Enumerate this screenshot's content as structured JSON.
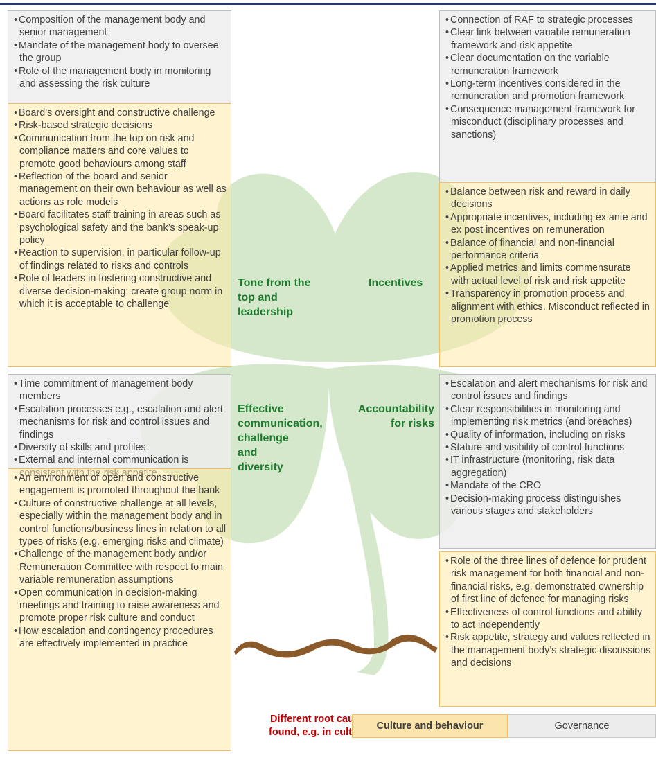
{
  "colors": {
    "leaf": "#d6e8cc",
    "label": "#1e7a2e",
    "caption": "#c00000",
    "governance": "#ececec",
    "culture": "#fbe5ad",
    "ground": "#8b5a2b"
  },
  "labels": {
    "tone": [
      "Tone from the",
      "top and",
      "leadership"
    ],
    "incentives": [
      "Incentives"
    ],
    "communication": [
      "Effective",
      "communication,",
      "challenge",
      "and",
      "diversity"
    ],
    "accountability": [
      "Accountability",
      "for risks"
    ]
  },
  "caption": [
    "Different root causes can be",
    "found, e.g. in cultural drivers"
  ],
  "legend": {
    "culture": "Culture and behaviour",
    "governance": "Governance"
  },
  "boxes": {
    "tl_gov": [
      "Composition of the management body and senior management",
      "Mandate of the management body to oversee the group",
      "Role of the management body in monitoring and assessing the risk culture"
    ],
    "tl_cul": [
      "Board’s oversight and constructive challenge",
      "Risk-based strategic decisions",
      "Communication from the top on risk and compliance matters and core values to promote good behaviours among staff",
      "Reflection of the board and senior management on their own behaviour as well as actions as role models",
      "Board facilitates staff training in areas such as psychological safety and the bank’s speak-up policy",
      "Reaction to supervision, in particular follow-up of findings related to risks and controls",
      "Role of leaders in fostering constructive and diverse decision-making; create group norm in which it is acceptable to challenge"
    ],
    "tr_gov": [
      "Connection of RAF to strategic processes",
      "Clear link between variable remuneration framework and risk appetite",
      "Clear documentation on the variable remuneration framework",
      "Long-term incentives considered in the remuneration and promotion framework",
      "Consequence management framework for misconduct (disciplinary processes and sanctions)"
    ],
    "tr_cul": [
      "Balance between risk and reward in daily decisions",
      "Appropriate incentives, including ex ante and ex post incentives on remuneration",
      "Balance of financial and non-financial performance criteria",
      "Applied metrics and limits commensurate with actual level of risk and risk appetite",
      "Transparency in promotion process and alignment with ethics. Misconduct reflected in promotion process"
    ],
    "bl_gov": [
      "Time commitment of management body members",
      "Escalation processes e.g., escalation and alert mechanisms for risk and control issues and findings",
      "Diversity of skills and profiles",
      "External and internal communication is consistent with the risk appetite"
    ],
    "bl_cul": [
      "An environment of open and constructive engagement is promoted throughout the bank",
      "Culture of constructive challenge at all levels, especially within the management body and in control functions/business lines in relation to all types of risks (e.g. emerging risks and climate)",
      "Challenge of the management body and/or Remuneration Committee with respect to main variable remuneration assumptions",
      "Open communication in decision-making meetings and training to raise awareness and promote proper risk culture and conduct",
      "How escalation and contingency procedures are effectively implemented in practice"
    ],
    "br_gov": [
      "Escalation and alert mechanisms for risk and control issues and findings",
      "Clear responsibilities in monitoring and implementing risk metrics (and breaches)",
      "Quality of information, including on risks",
      "Stature and visibility of control functions",
      "IT infrastructure (monitoring, risk data aggregation)",
      "Mandate of the CRO",
      "Decision-making process distinguishes various stages and stakeholders"
    ],
    "br_cul": [
      "Role of the three lines of defence for prudent risk management for both financial and non-financial risks, e.g. demonstrated ownership of first line of defence for managing risks",
      "Effectiveness of control functions and ability to act independently",
      "Risk appetite, strategy and values reflected in the management body’s strategic discussions and decisions"
    ]
  }
}
